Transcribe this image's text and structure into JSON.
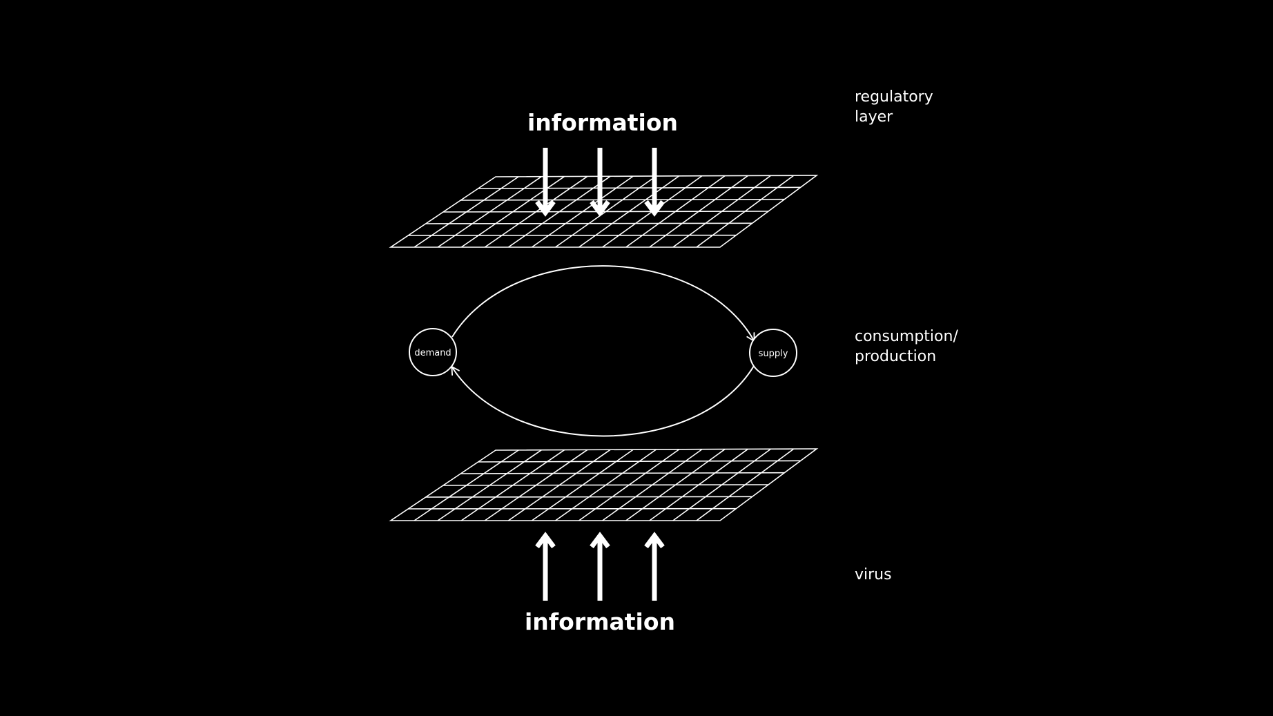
{
  "diagram": {
    "colors": {
      "background": "#000000",
      "stroke": "#ffffff"
    },
    "top_label": "information",
    "bottom_label": "information",
    "nodes": {
      "demand": "demand",
      "supply": "supply"
    },
    "layers": {
      "regulatory": [
        "regulatory",
        "layer"
      ],
      "consumption": [
        "consumption/",
        "production"
      ],
      "virus": "virus"
    }
  }
}
